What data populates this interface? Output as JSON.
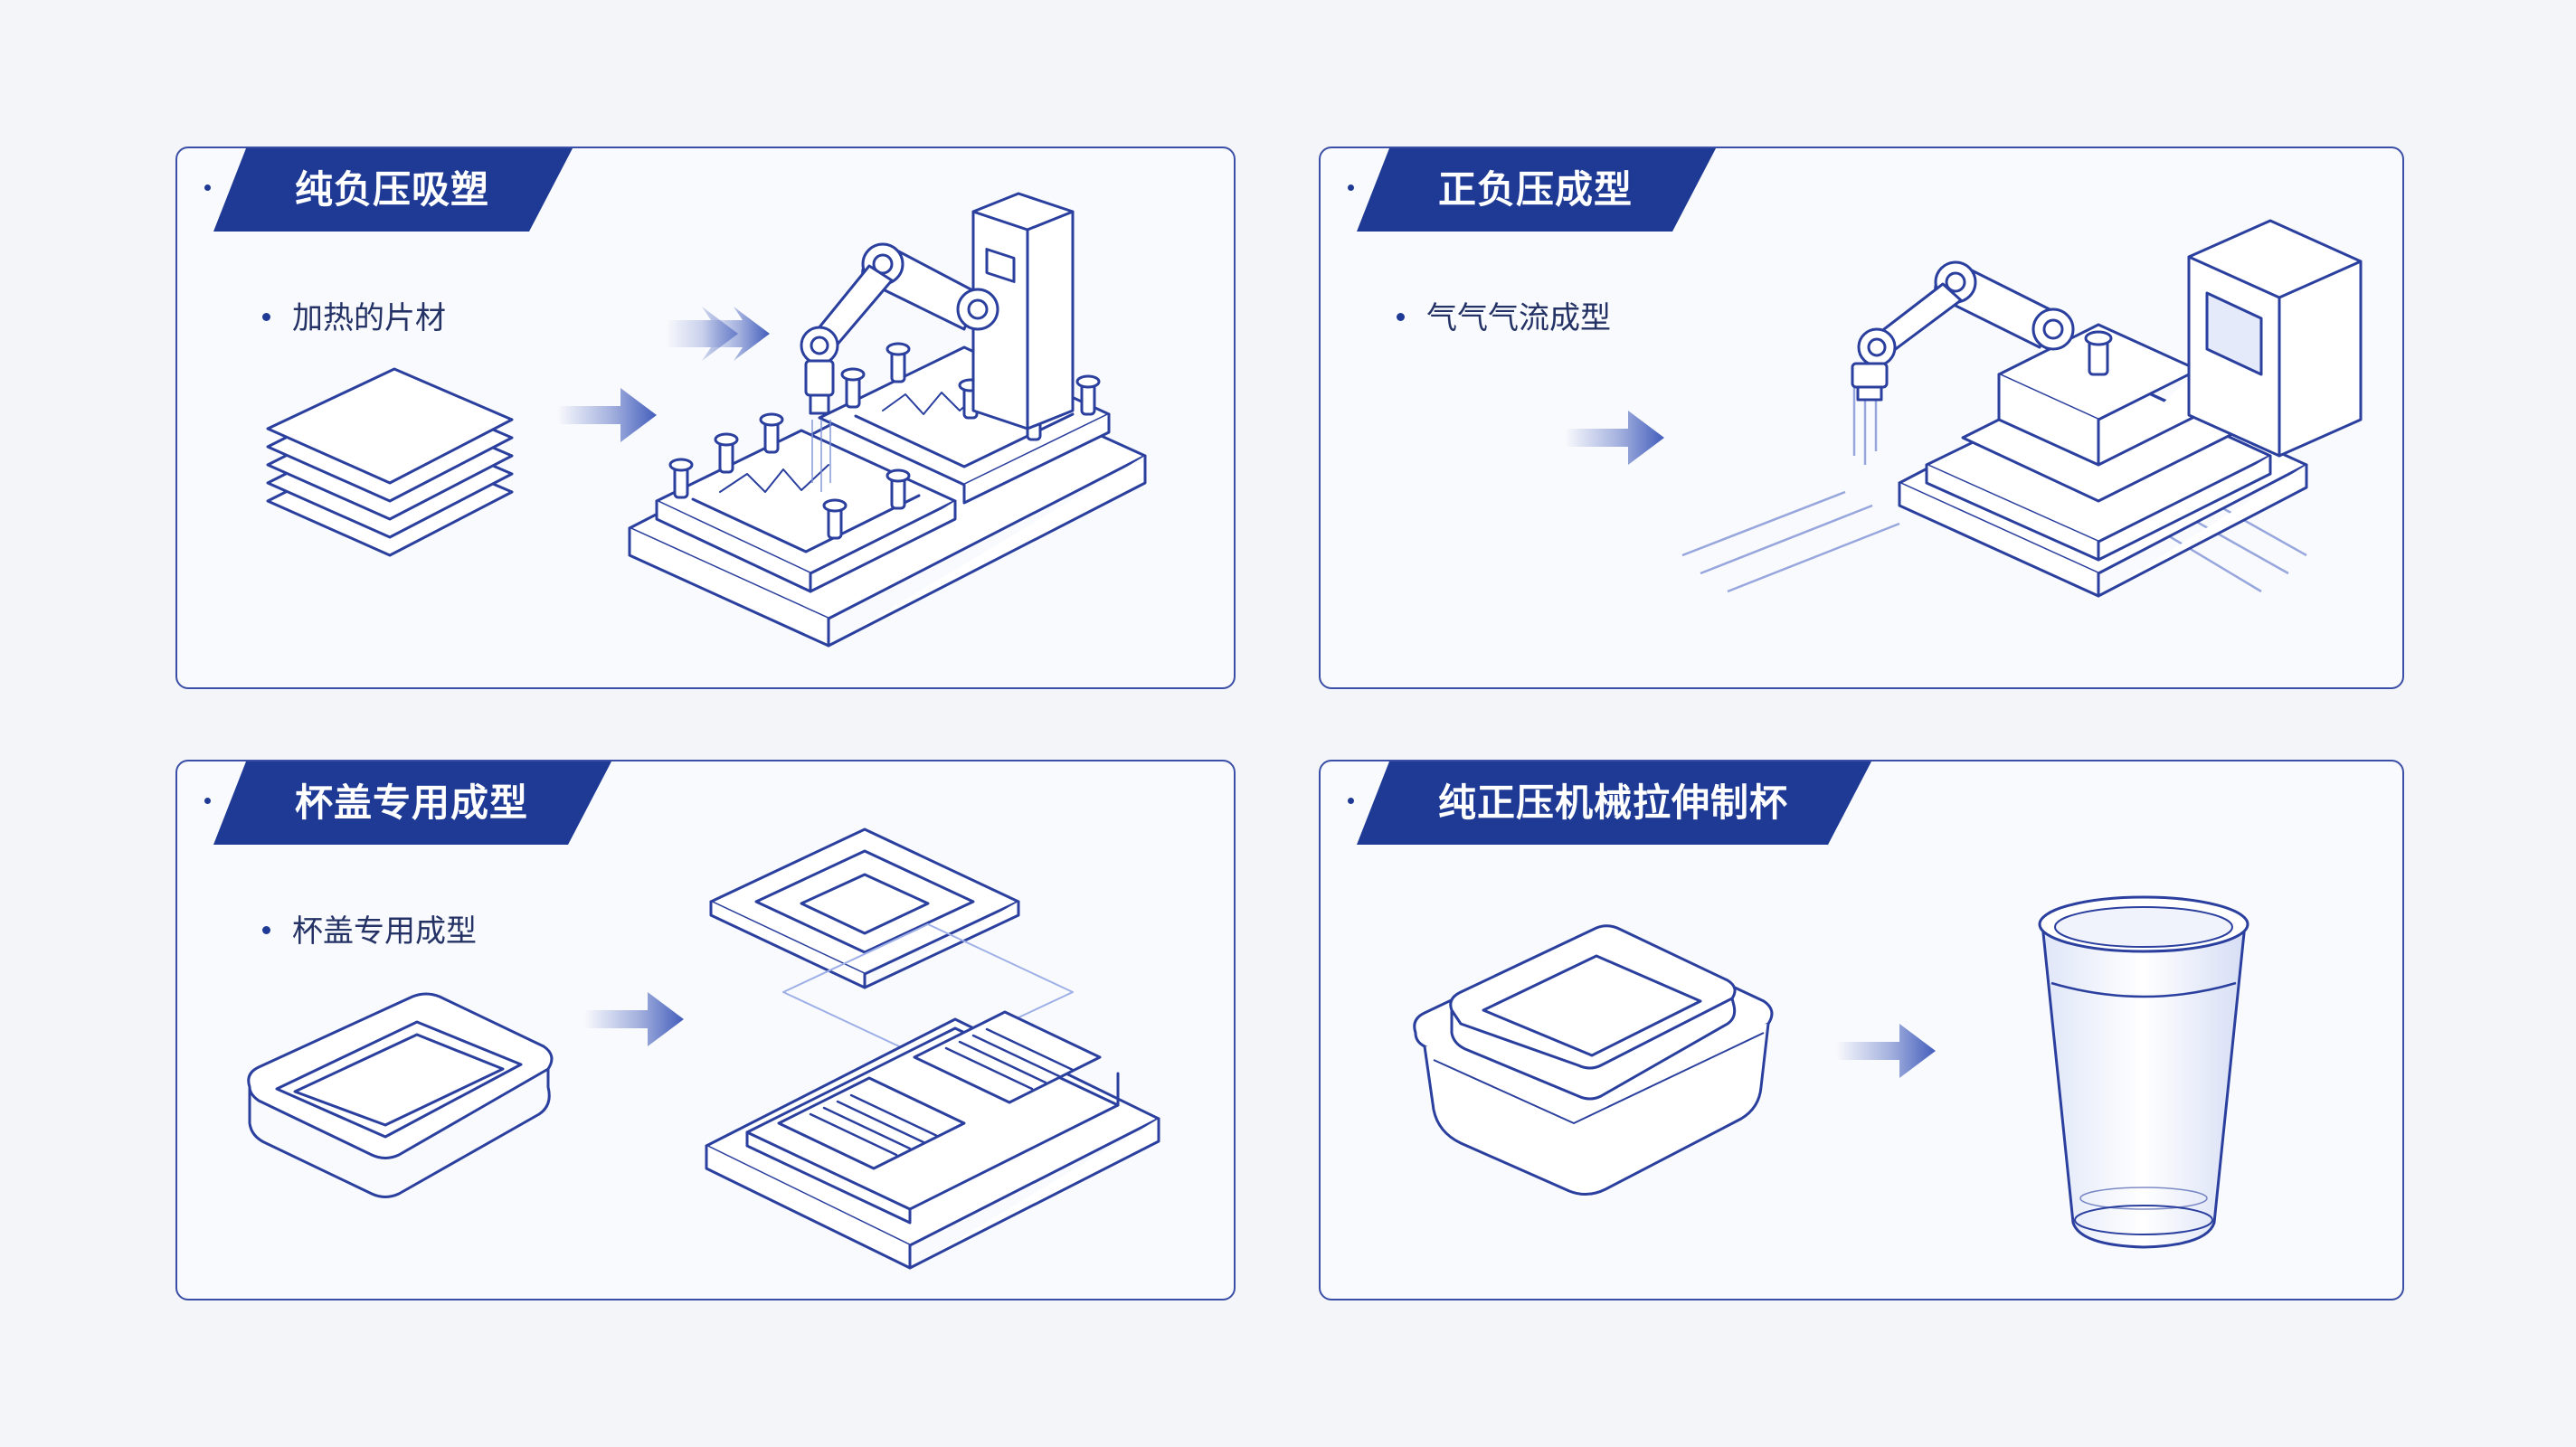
{
  "panels": [
    {
      "title": "纯负压吸塑",
      "bullet": "加热的片材",
      "icons": [
        "sheet-stack-icon",
        "arrow-right-icon",
        "robotic-arm-mold-icon"
      ]
    },
    {
      "title": "正负压成型",
      "bullet": "气气气流成型",
      "icons": [
        "arrow-right-icon",
        "robotic-arm-press-icon"
      ]
    },
    {
      "title": "杯盖专用成型",
      "bullet": "杯盖专用成型",
      "icons": [
        "tray-icon",
        "arrow-right-icon",
        "lid-mold-icon"
      ]
    },
    {
      "title": "纯正压机械拉伸制杯",
      "bullet": "",
      "icons": [
        "square-container-icon",
        "arrow-right-icon",
        "plastic-cup-icon"
      ]
    }
  ],
  "colors": {
    "accent": "#1e3a95",
    "line": "#2a3f9e",
    "background": "#f3f5f9"
  }
}
